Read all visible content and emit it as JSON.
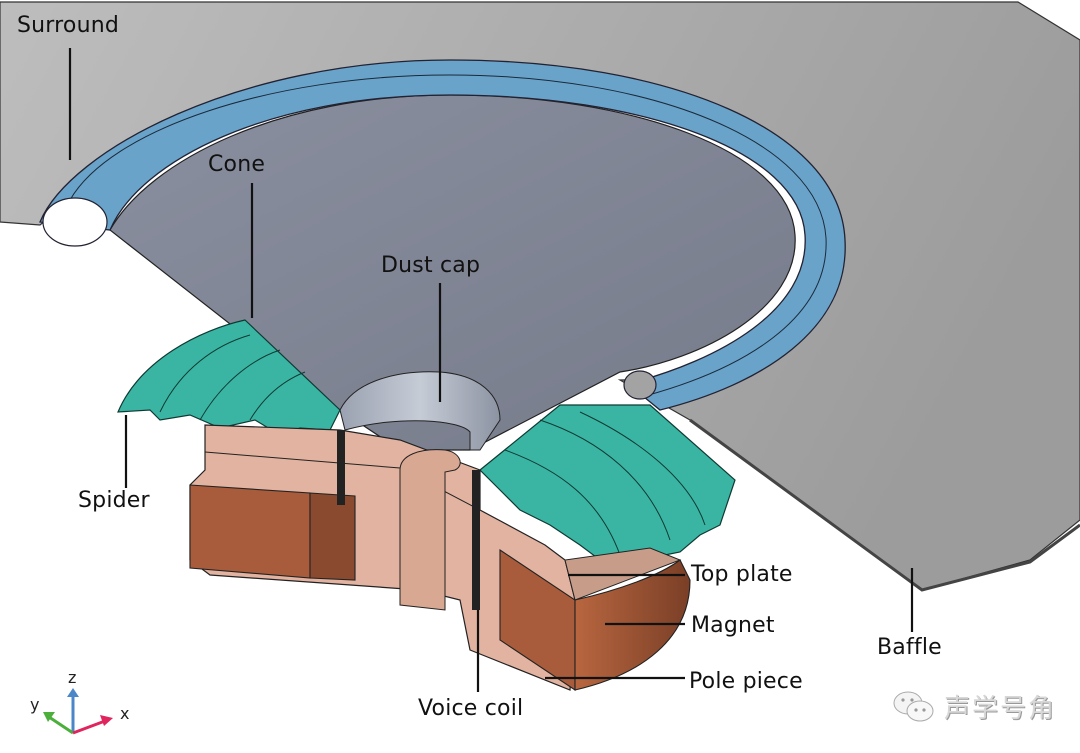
{
  "figure": {
    "subject": "Loudspeaker cross-section model",
    "colors": {
      "baffle": "#a3a3a3",
      "surround": "#6aa3c9",
      "cone": "#7f8595",
      "spider": "#3bb5a3",
      "pole_piece": "#e2b3a0",
      "magnet": "#a85c3c",
      "voice_coil": "#b0b8c6"
    },
    "labels": {
      "surround": "Surround",
      "cone": "Cone",
      "dust_cap": "Dust cap",
      "spider": "Spider",
      "top_plate": "Top plate",
      "magnet": "Magnet",
      "baffle": "Baffle",
      "pole_piece": "Pole piece",
      "voice_coil": "Voice coil"
    }
  },
  "axes_triad": {
    "x": "x",
    "y": "y",
    "z": "z",
    "colors": {
      "x": "#e0245e",
      "y": "#4caf3c",
      "z": "#4a86c8"
    }
  },
  "watermark": {
    "icon": "wechat-icon",
    "text": "声学号角"
  }
}
